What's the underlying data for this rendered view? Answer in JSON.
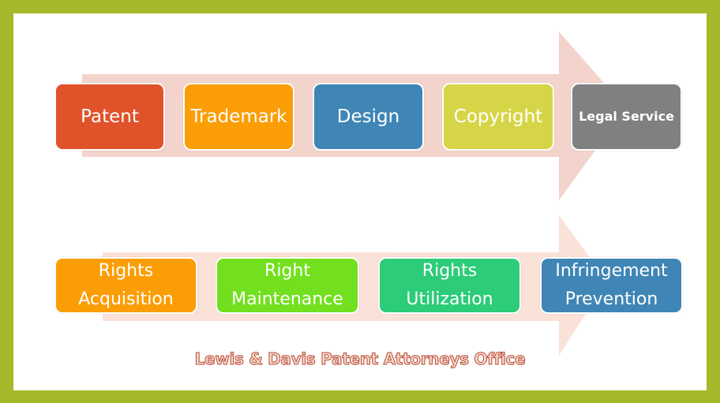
{
  "colors": {
    "frame": "#a5b829",
    "arrow_top": "#f3d4cd",
    "arrow_bottom": "#fbe2d9",
    "footer_text_fill": "#f6d8cc",
    "footer_text_stroke": "#b84a35"
  },
  "top_row": [
    {
      "label": "Patent",
      "color": "#e0532a"
    },
    {
      "label": "Trademark",
      "color": "#fb9e06"
    },
    {
      "label": "Design",
      "color": "#3f86b6"
    },
    {
      "label": "Copyright",
      "color": "#d6d547"
    },
    {
      "label": "Legal Service",
      "color": "#808080"
    }
  ],
  "bottom_row": [
    {
      "line1": "Rights",
      "line2": "Acquisition",
      "color": "#fb9e06"
    },
    {
      "line1": "Right",
      "line2": "Maintenance",
      "color": "#72e01e"
    },
    {
      "line1": "Rights",
      "line2": "Utilization",
      "color": "#2ccc78"
    },
    {
      "line1": "Infringement",
      "line2": "Prevention",
      "color": "#3f86b6"
    }
  ],
  "footer": "Lewis & Davis Patent Attorneys Office"
}
